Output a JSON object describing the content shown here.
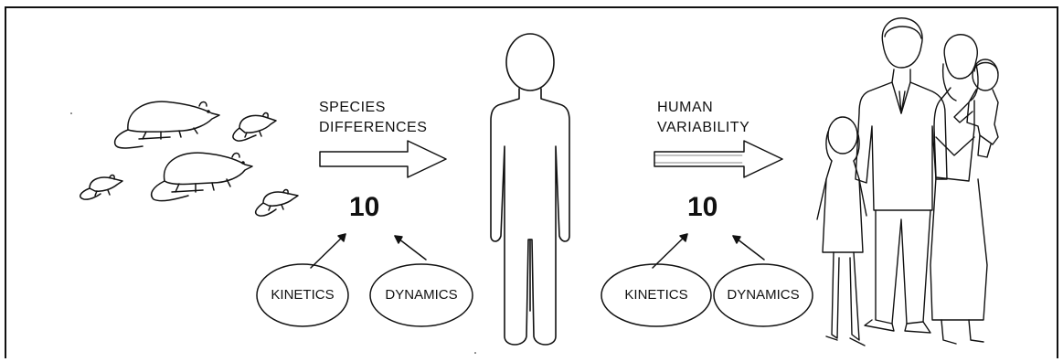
{
  "left_section": {
    "label_line1": "SPECIES",
    "label_line2": "DIFFERENCES",
    "factor": "10",
    "ovals": [
      "KINETICS",
      "DYNAMICS"
    ]
  },
  "right_section": {
    "label_line1": "HUMAN",
    "label_line2": "VARIABILITY",
    "factor": "10",
    "ovals": [
      "KINETICS",
      "DYNAMICS"
    ]
  },
  "icons": {
    "source": "rats-icon",
    "middle": "human-outline-icon",
    "target": "family-icon"
  },
  "colors": {
    "ink": "#111111",
    "background": "#ffffff"
  }
}
